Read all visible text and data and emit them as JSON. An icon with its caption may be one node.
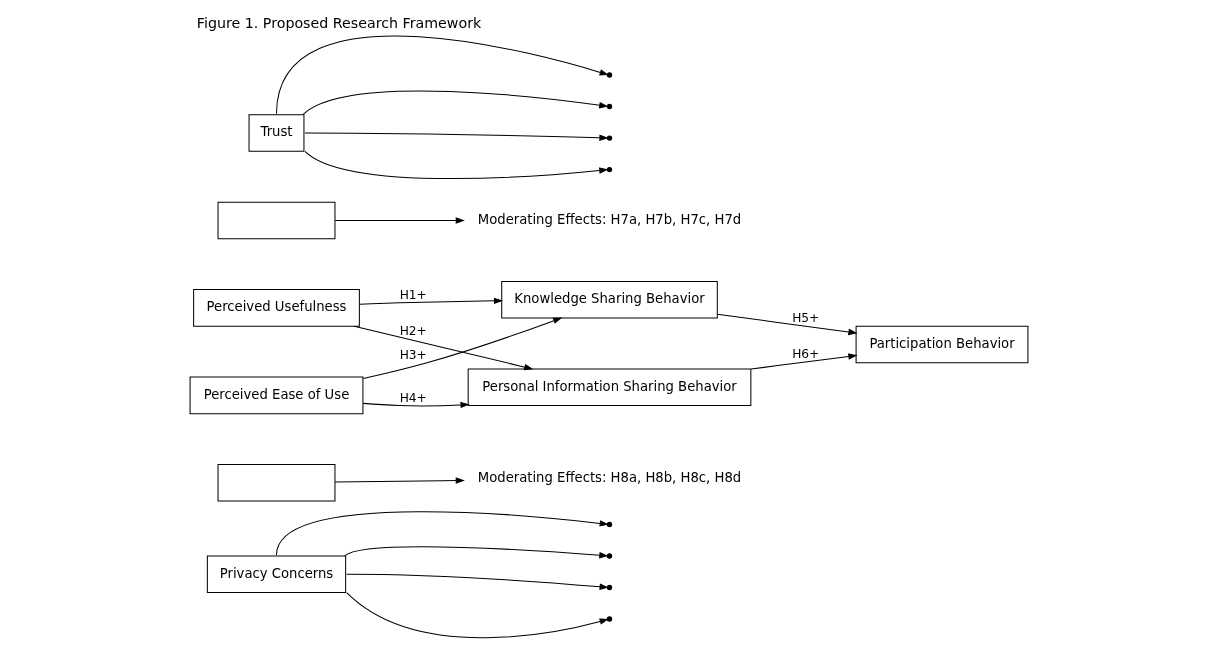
{
  "diagram": {
    "title": "Figure 1. Proposed Research Framework",
    "nodes": [
      {
        "text": [
          "Trust"
        ]
      },
      {
        "text": [],
        "shape": "box"
      },
      {
        "text": [
          "Perceived Usefulness"
        ]
      },
      {
        "text": [
          "Knowledge Sharing Behavior"
        ]
      },
      {
        "text": [
          "Participation Behavior"
        ]
      },
      {
        "text": [
          "Perceived Ease of Use"
        ]
      },
      {
        "text": [
          "Personal Information Sharing Behavior"
        ]
      },
      {
        "text": [],
        "shape": "box"
      },
      {
        "text": [
          "Privacy Concerns"
        ]
      },
      {
        "text": [
          "Moderating Effects: H7a, H7b, H7c, H7d"
        ]
      },
      {
        "text": [
          "Moderating Effects: H8a, H8b, H8c, H8d"
        ]
      }
    ],
    "edges": [
      {
        "from": 2,
        "to": 3,
        "arrow": "to",
        "label": "H1+"
      },
      {
        "from": 2,
        "to": 6,
        "arrow": "to",
        "label": "H2+"
      },
      {
        "from": 5,
        "to": 3,
        "arrow": "to",
        "label": "H3+"
      },
      {
        "from": 5,
        "to": 6,
        "arrow": "to",
        "label": "H4+"
      },
      {
        "from": 3,
        "to": 4,
        "arrow": "to",
        "label": "H5+"
      },
      {
        "from": 6,
        "to": 4,
        "arrow": "to",
        "label": "H6+"
      },
      {
        "from": 1,
        "to": 9,
        "arrow": "to"
      },
      {
        "from": 7,
        "to": 10,
        "arrow": "to"
      },
      {
        "from": 0,
        "to": null,
        "arrow": "to"
      },
      {
        "from": 0,
        "to": null,
        "arrow": "to"
      },
      {
        "from": 0,
        "to": null,
        "arrow": "to"
      },
      {
        "from": 0,
        "to": null,
        "arrow": "to"
      },
      {
        "from": 8,
        "to": null,
        "arrow": "to"
      },
      {
        "from": 8,
        "to": null,
        "arrow": "to"
      },
      {
        "from": 8,
        "to": null,
        "arrow": "to"
      },
      {
        "from": 8,
        "to": null,
        "arrow": "to"
      }
    ]
  }
}
